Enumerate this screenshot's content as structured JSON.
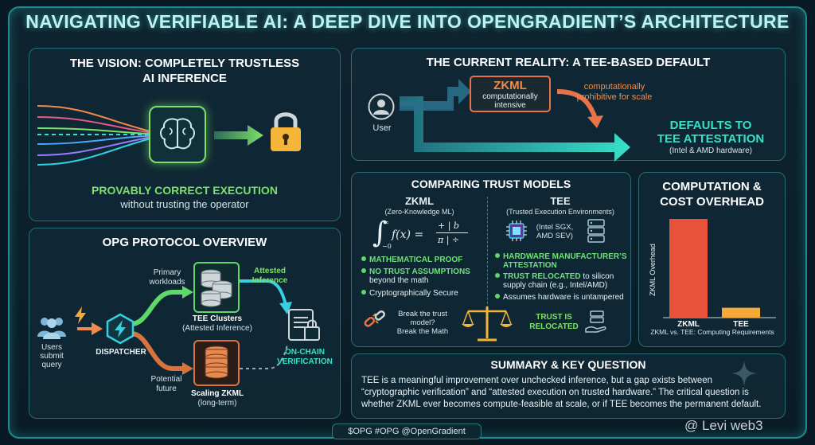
{
  "title": "NAVIGATING VERIFIABLE AI: A DEEP DIVE INTO OPENGRADIENT’S ARCHITECTURE",
  "vision": {
    "title_line1": "THE VISION: COMPLETELY TRUSTLESS",
    "title_line2": "AI INFERENCE",
    "caption_main": "PROVABLY CORRECT EXECUTION",
    "caption_sub": "without trusting the operator"
  },
  "reality": {
    "title": "THE CURRENT REALITY: A TEE-BASED DEFAULT",
    "user_label": "User",
    "zkml_title": "ZKML",
    "zkml_sub1": "computationally",
    "zkml_sub2": "intensive",
    "prohibitive1": "computationally",
    "prohibitive2": "prohibitive for scale",
    "defaults1": "DEFAULTS TO",
    "defaults2": "TEE ATTESTATION",
    "hardware": "(Intel & AMD hardware)"
  },
  "protocol": {
    "title": "OPG PROTOCOL OVERVIEW",
    "users": [
      "Users",
      "submit",
      "query"
    ],
    "dispatcher": "DISPATCHER",
    "primary1": "Primary",
    "primary2": "workloads",
    "tee_clusters": "TEE Clusters",
    "tee_clusters_sub": "(Attested Inference)",
    "attested1": "Attested",
    "attested2": "Inference",
    "potential1": "Potential",
    "potential2": "future",
    "scaling": "Scaling ZKML",
    "scaling_sub": "(long-term)",
    "onchain1": "ON-CHAIN",
    "onchain2": "VERIFICATION"
  },
  "compare": {
    "title": "COMPARING TRUST MODELS",
    "zkml_title": "ZKML",
    "zkml_sub": "(Zero-Knowledge ML)",
    "formula_sup": "∞",
    "formula_sub": "−0",
    "formula_fx": "f(x) =",
    "formula_num": "+ | b",
    "formula_den": "π | ÷",
    "zk_b1": "MATHEMATICAL PROOF",
    "zk_b2a": "NO TRUST ASSUMPTIONS",
    "zk_b2b": "beyond the math",
    "zk_b3": "Cryptographically Secure",
    "tee_title": "TEE",
    "tee_sub": "(Trusted Execution Environments)",
    "tee_hw1": "(Intel SGX,",
    "tee_hw2": "AMD SEV)",
    "tee_b1a": "HARDWARE MANUFACTURER’S",
    "tee_b1b": "ATTESTATION",
    "tee_b2a": "TRUST RELOCATED",
    "tee_b2b": " to silicon",
    "tee_b2c": "supply chain (e.g., Intel/AMD)",
    "tee_b3": "Assumes hardware is untampered",
    "break1": "Break the trust",
    "break2": "model?",
    "break3": "Break the Math",
    "reloc1": "TRUST IS",
    "reloc2": "RELOCATED"
  },
  "cost": {
    "title1": "COMPUTATION &",
    "title2": "COST OVERHEAD",
    "ylabel": "ZKML Overhead",
    "caption": "ZKML vs. TEE: Computing Requirements"
  },
  "chart_data": {
    "type": "bar",
    "categories": [
      "ZKML",
      "TEE"
    ],
    "values": [
      100,
      10
    ],
    "colors": [
      "#e8523a",
      "#f5a93a"
    ],
    "ylabel": "ZKML Overhead",
    "ylim": [
      0,
      100
    ],
    "grid": false
  },
  "summary": {
    "title": "SUMMARY & KEY QUESTION",
    "line1": "TEE is a meaningful improvement over unchecked inference, but a gap exists between",
    "line2": "“cryptographic verification” and “attested execution on trusted hardware.” The critical question is",
    "line3": "whether ZKML ever becomes compute-feasible at scale, or if TEE becomes the permanent default."
  },
  "footer": {
    "tags": "$OPG   #OPG   @OpenGradient"
  },
  "watermark": "@ Levi web3",
  "colors": {
    "accent": "#38e0c8",
    "frame": "#1f8a8f",
    "zkml_bar": "#e8523a",
    "tee_bar": "#f5a93a"
  }
}
